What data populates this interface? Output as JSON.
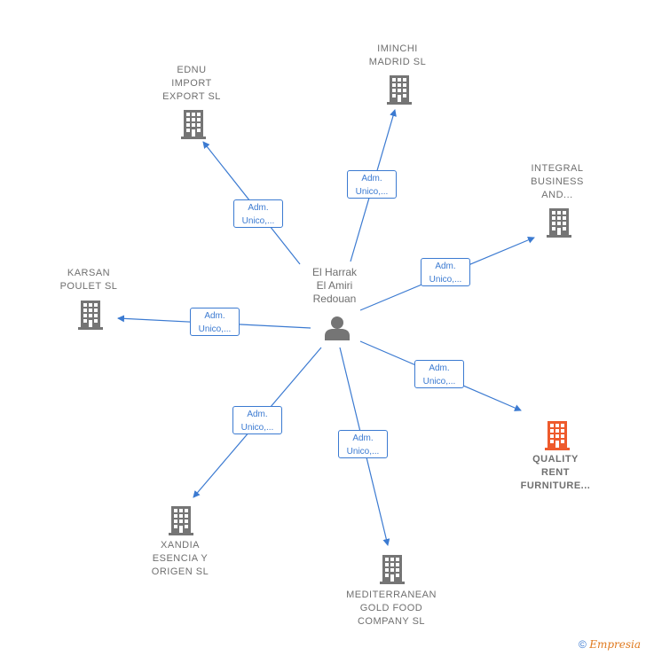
{
  "person": {
    "name_lines": "El Harrak\nEl Amiri\nRedouan",
    "icon": "person-icon"
  },
  "edge_label": "Adm.\nUnico,...",
  "companies": [
    {
      "key": "ednu",
      "label": "EDNU\nIMPORT\nEXPORT  SL",
      "highlight": false
    },
    {
      "key": "iminchi",
      "label": "IMINCHI\nMADRID  SL",
      "highlight": false
    },
    {
      "key": "integral",
      "label": "INTEGRAL\nBUSINESS\nAND...",
      "highlight": false
    },
    {
      "key": "karsan",
      "label": "KARSAN\nPOULET  SL",
      "highlight": false
    },
    {
      "key": "quality",
      "label": "QUALITY\nRENT\nFURNITURE...",
      "highlight": true
    },
    {
      "key": "xandia",
      "label": "XANDIA\nESENCIA Y\nORIGEN  SL",
      "highlight": false
    },
    {
      "key": "mediterranean",
      "label": "MEDITERRANEAN\nGOLD FOOD\nCOMPANY  SL",
      "highlight": false
    }
  ],
  "colors": {
    "edge": "#3b7ad1",
    "building": "#757575",
    "building_highlight": "#ee5a2c",
    "text": "#6f6f6f"
  },
  "footer": {
    "copyright_symbol": "©",
    "brand": "Empresia"
  }
}
